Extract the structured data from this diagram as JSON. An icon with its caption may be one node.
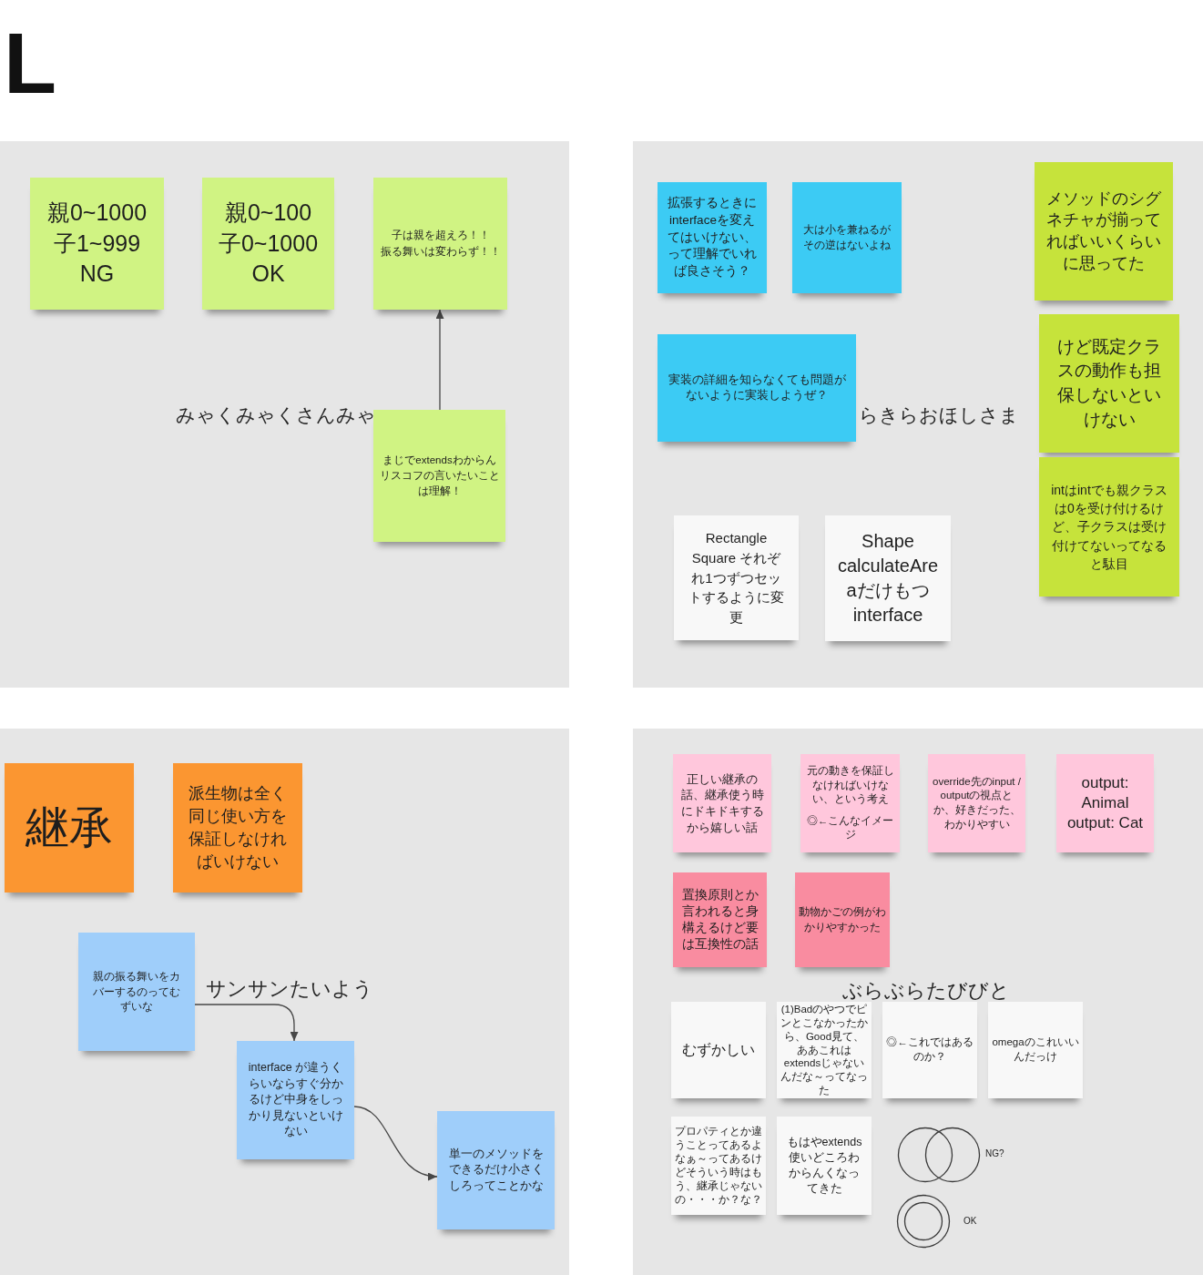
{
  "diagram": {
    "title": "L",
    "nodes": [
      {
        "text": [],
        "shape": "box"
      },
      {
        "text": [
          "親0~1000 子1~999 NG"
        ],
        "in": 0
      },
      {
        "text": [
          "親0~100 子0~1000 OK"
        ],
        "in": 0
      },
      {
        "text": [
          "子は親を超えろ！！",
          "振る舞いは変わらず！！"
        ],
        "in": 0
      },
      {
        "text": [
          "まじでextendsわからん",
          "リスコフの言いたいことは理解！"
        ],
        "in": 0
      },
      {
        "text": [],
        "shape": "box"
      },
      {
        "text": [
          "拡張するときにinterfaceを変えてはいけない、って理解でいれば良さそう？"
        ],
        "in": 5
      },
      {
        "text": [
          "大は小を兼ねるがその逆はないよね"
        ],
        "in": 5
      },
      {
        "text": [
          "メソッドのシグネチャが揃ってればいいくらいに思ってた"
        ],
        "in": 5
      },
      {
        "text": [
          "けど既定クラスの動作も担保しないといけない"
        ],
        "in": 5
      },
      {
        "text": [
          "実装の詳細を知らなくても問題がないように実装しようぜ？"
        ],
        "in": 5
      },
      {
        "text": [
          "intはintでも親クラスは0を受け付けるけど、子クラスは受け付けてないってなると駄目"
        ],
        "in": 5
      },
      {
        "text": [
          "Rectangle Square それぞれ1つずつセットするように変更"
        ],
        "in": 5
      },
      {
        "text": [
          "Shape calculateAreaだけもつinterface"
        ],
        "in": 5
      },
      {
        "text": [],
        "shape": "box"
      },
      {
        "text": [
          "継承"
        ],
        "in": 14
      },
      {
        "text": [
          "派生物は全く同じ使い方を保証しなければいけない"
        ],
        "in": 14
      },
      {
        "text": [
          "親の振る舞いをカバーするのってむずいな"
        ],
        "in": 14
      },
      {
        "text": [
          "interface が違うくらいならすぐ分かるけど中身をしっかり見ないといけない"
        ],
        "in": 14
      },
      {
        "text": [
          "単一のメソッドをできるだけ小さくしろってことかな"
        ],
        "in": 14
      },
      {
        "text": [],
        "shape": "box"
      },
      {
        "text": [
          "正しい継承の話、継承使う時にドキドキするから嬉しい話"
        ],
        "in": 20
      },
      {
        "text": [
          "元の動きを保証しなければいけない、という考え",
          "◎←こんなイメージ"
        ],
        "in": 20
      },
      {
        "text": [
          "override先のinput / outputの視点とか、好きだった、わかりやすい"
        ],
        "in": 20
      },
      {
        "text": [
          "output: Animal output: Cat"
        ],
        "in": 20
      },
      {
        "text": [
          "置換原則とか言われると身構えるけど要は互換性の話"
        ],
        "in": 20
      },
      {
        "text": [
          "動物かごの例がわかりやすかった"
        ],
        "in": 20
      },
      {
        "text": [
          "むずかしい"
        ],
        "in": 20
      },
      {
        "text": [
          "(1)Badのやつでピンとこなかったから、Good見て、ああこれはextendsじゃないんだな～ってなった"
        ],
        "in": 20
      },
      {
        "text": [
          "◎←これではあるのか？"
        ],
        "in": 20
      },
      {
        "text": [
          "omegaのこれいいんだっけ"
        ],
        "in": 20
      },
      {
        "text": [
          "プロパティとか違うことってあるよなぁ～ってあるけどそういう時はもう、継承じゃないの・・・か？な？"
        ],
        "in": 20
      },
      {
        "text": [
          "もはやextends使いどころわからんくなってきた"
        ],
        "in": 20
      }
    ],
    "edges": [
      {
        "from": 4,
        "to": 3,
        "arrow": "to"
      },
      {
        "from": 17,
        "to": 18,
        "arrow": "to"
      },
      {
        "from": 18,
        "to": 19,
        "arrow": "to"
      }
    ],
    "labels": [
      "みゃくみゃくさんみゃ",
      "らきらおほしさま",
      "サンサンたいよう",
      "ぶらぶらたびびと",
      "NG?",
      "OK"
    ]
  }
}
